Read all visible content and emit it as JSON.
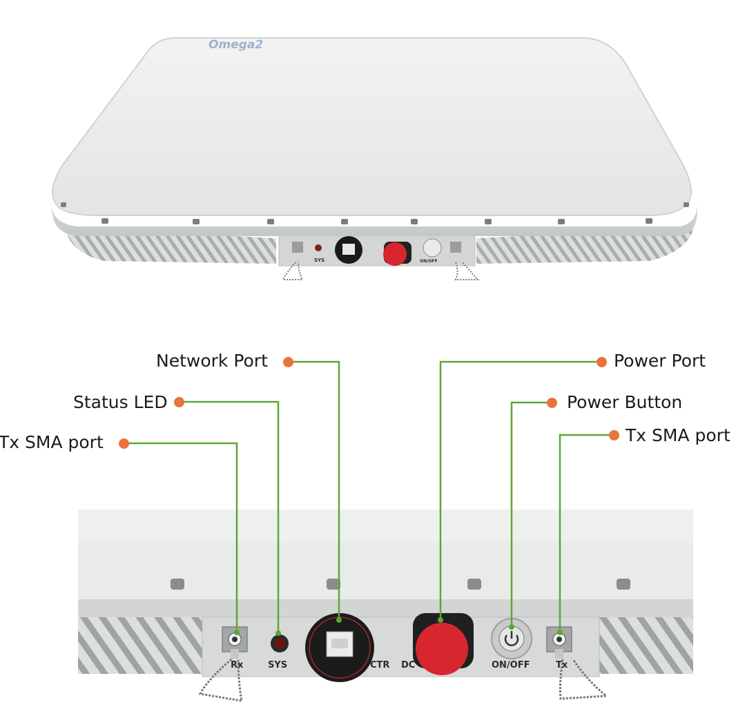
{
  "device": {
    "logo_text": "Omega2",
    "port_labels": {
      "rx": "Rx",
      "sys": "SYS",
      "ctr": "CTR",
      "dc": "DC",
      "onoff": "ON/OFF",
      "tx": "Tx"
    }
  },
  "callouts": [
    {
      "id": "network-port",
      "label": "Network Port"
    },
    {
      "id": "status-led",
      "label": "Status LED"
    },
    {
      "id": "rx-sma-port",
      "label": "Tx SMA port"
    },
    {
      "id": "power-port",
      "label": "Power Port"
    },
    {
      "id": "power-button",
      "label": "Power Button"
    },
    {
      "id": "tx-sma-port",
      "label": "Tx SMA port"
    }
  ],
  "colors": {
    "leader_line": "#5aa832",
    "callout_dot": "#e8743b",
    "red_cap": "#d8262e",
    "body": "#e6e8e7"
  }
}
